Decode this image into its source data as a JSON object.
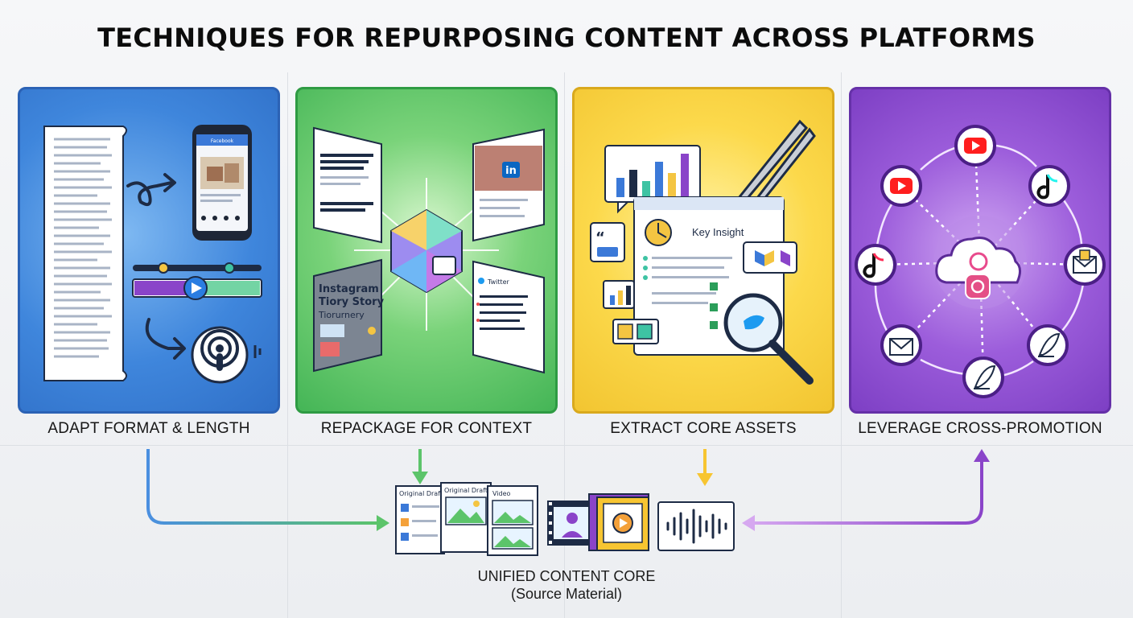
{
  "title": "TECHNIQUES FOR REPURPOSING CONTENT ACROSS PLATFORMS",
  "panels": [
    {
      "label": "ADAPT FORMAT & LENGTH",
      "color": "#3f86dc",
      "phone_header": "Facebook"
    },
    {
      "label": "REPACKAGE FOR CONTEXT",
      "color": "#44b556",
      "card_story_lines": [
        "Instagram",
        "Tiory Story",
        "Tiorurnery"
      ],
      "card_twitter": "Twitter",
      "card_linkedin": "in"
    },
    {
      "label": "EXTRACT CORE ASSETS",
      "color": "#f2c531",
      "insight": "Key Insight"
    },
    {
      "label": "LEVERAGE CROSS-PROMOTION",
      "color": "#8b4fd0"
    }
  ],
  "core": {
    "title": "UNIFIED CONTENT CORE",
    "subtitle": "(Source Material)",
    "doc1": "Original Draft",
    "doc2": "Original Draft",
    "doc3": "Video"
  },
  "colors": {
    "blue": "#4a8fe0",
    "green": "#5cc46a",
    "yellow": "#f7c531",
    "purple": "#8a44c9"
  }
}
